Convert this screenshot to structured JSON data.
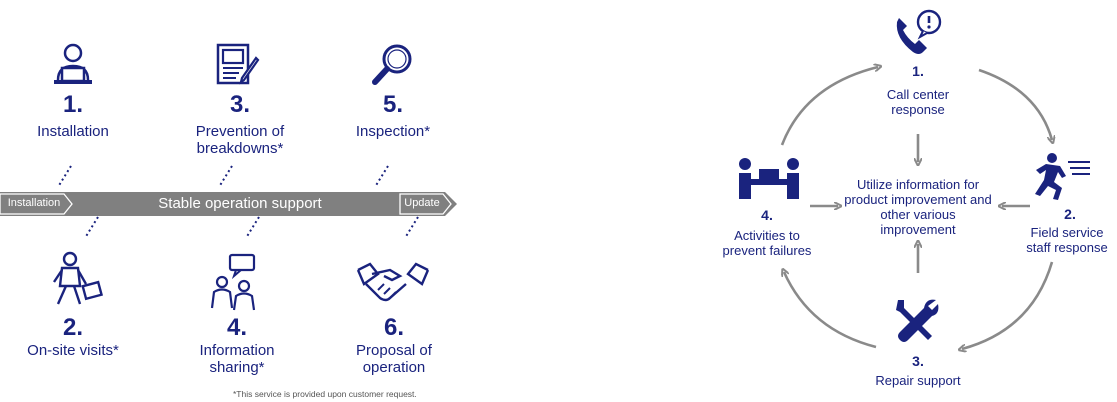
{
  "colors": {
    "navy": "#1a237e",
    "band": "#808080",
    "arrow": "#8a8a8a",
    "dotted": "#1a237e"
  },
  "left_panel": {
    "top_steps": [
      {
        "num": "1.",
        "label": "Installation",
        "icon": "person-at-laptop-icon"
      },
      {
        "num": "3.",
        "label": "Prevention of breakdowns*",
        "icon": "document-pen-icon"
      },
      {
        "num": "5.",
        "label": "Inspection*",
        "icon": "magnifier-icon"
      }
    ],
    "bottom_steps": [
      {
        "num": "2.",
        "label": "On-site visits*",
        "icon": "walking-person-briefcase-icon"
      },
      {
        "num": "4.",
        "label": "Information sharing*",
        "icon": "people-speech-bubble-icon"
      },
      {
        "num": "6.",
        "label": "Proposal of operation",
        "icon": "handshake-icon"
      }
    ],
    "band": {
      "start": "Installation",
      "middle": "Stable operation support",
      "end": "Update"
    },
    "footnote": "*This service is provided upon customer request."
  },
  "right_panel": {
    "center": "Utilize information for product improvement and other various improvement",
    "steps": [
      {
        "num": "1.",
        "label": "Call center response",
        "icon": "phone-alert-icon"
      },
      {
        "num": "2.",
        "label": "Field service staff response",
        "icon": "running-person-icon"
      },
      {
        "num": "3.",
        "label": "Repair support",
        "icon": "tools-icon"
      },
      {
        "num": "4.",
        "label": "Activities to prevent failures",
        "icon": "box-handover-icon"
      }
    ]
  }
}
